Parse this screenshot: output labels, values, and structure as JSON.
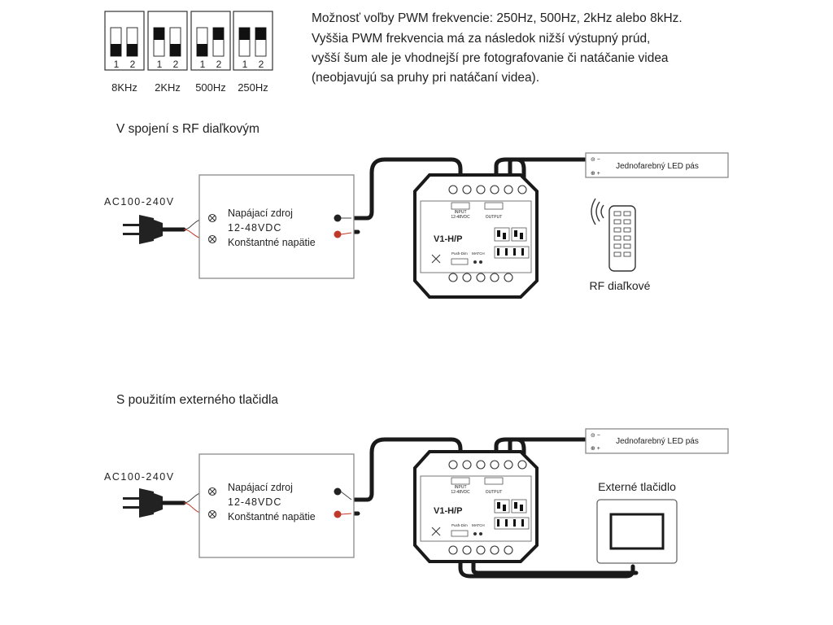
{
  "dip_switches": {
    "options": [
      {
        "label": "8KHz",
        "sw1": "down",
        "sw2": "down"
      },
      {
        "label": "2KHz",
        "sw1": "up",
        "sw2": "down"
      },
      {
        "label": "500Hz",
        "sw1": "down",
        "sw2": "up"
      },
      {
        "label": "250Hz",
        "sw1": "up",
        "sw2": "up"
      }
    ],
    "switch_numbers": [
      "1",
      "2"
    ]
  },
  "description": {
    "lines": [
      "Možnosť voľby PWM frekvencie: 250Hz, 500Hz, 2kHz alebo 8kHz.",
      "Vyššia PWM frekvencia má za následok nižší výstupný prúd,",
      "vyšší šum ale je vhodnejší pre fotografovanie či natáčanie videa",
      "(neobjavujú sa pruhy pri natáčaní videa)."
    ]
  },
  "diagrams": [
    {
      "title": "V spojení s RF diaľkovým",
      "ac_label": "AC100-240V",
      "psu": [
        "Napájací zdroj",
        "12-48VDC",
        "Konštantné napätie"
      ],
      "controller": {
        "model": "V1-H/P",
        "input_label": "INPUT",
        "input_voltage": "12-48VDC",
        "output_label": "OUTPUT",
        "push_dim": "Push-Dim",
        "match": "MATCH"
      },
      "led_label": "Jednofarebný LED pás",
      "accessory_label": "RF diaľkové"
    },
    {
      "title": "S použitím externého tlačidla",
      "ac_label": "AC100-240V",
      "psu": [
        "Napájací zdroj",
        "12-48VDC",
        "Konštantné napätie"
      ],
      "controller": {
        "model": "V1-H/P",
        "input_label": "INPUT",
        "input_voltage": "12-48VDC",
        "output_label": "OUTPUT",
        "push_dim": "Push-Dim",
        "match": "MATCH"
      },
      "led_label": "Jednofarebný LED pás",
      "accessory_label": "Externé tlačidlo"
    }
  ]
}
